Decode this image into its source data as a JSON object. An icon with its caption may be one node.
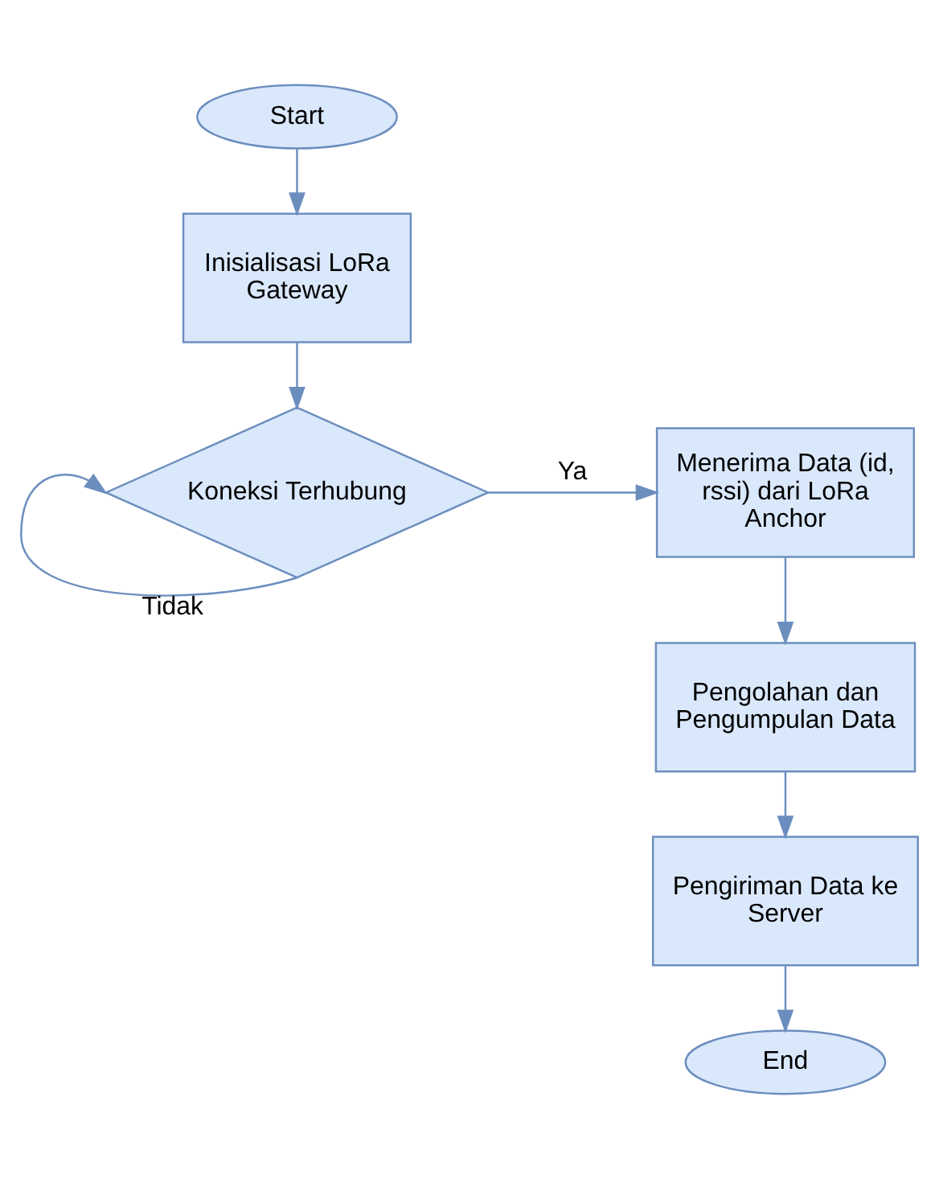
{
  "diagram": {
    "nodes": [
      {
        "text": [
          "Start"
        ]
      },
      {
        "text": [
          "Inisialisasi LoRa Gateway"
        ]
      },
      {
        "text": [
          "Koneksi Terhubung"
        ]
      },
      {
        "text": [
          "Menerima Data (id, rssi) dari LoRa Anchor"
        ]
      },
      {
        "text": [
          "Pengolahan dan Pengumpulan Data"
        ]
      },
      {
        "text": [
          "Pengiriman Data ke Server"
        ]
      },
      {
        "text": [
          "End"
        ]
      }
    ],
    "edges": [
      {
        "from": 0,
        "to": 1,
        "arrow": "to"
      },
      {
        "from": 1,
        "to": 2,
        "arrow": "to"
      },
      {
        "from": 2,
        "to": 3,
        "arrow": "to",
        "label": "Ya"
      },
      {
        "from": 2,
        "to": 2,
        "arrow": "to",
        "label": "Tidak"
      },
      {
        "from": 3,
        "to": 4,
        "arrow": "to"
      },
      {
        "from": 4,
        "to": 5,
        "arrow": "to"
      },
      {
        "from": 5,
        "to": 6,
        "arrow": "to"
      }
    ]
  }
}
